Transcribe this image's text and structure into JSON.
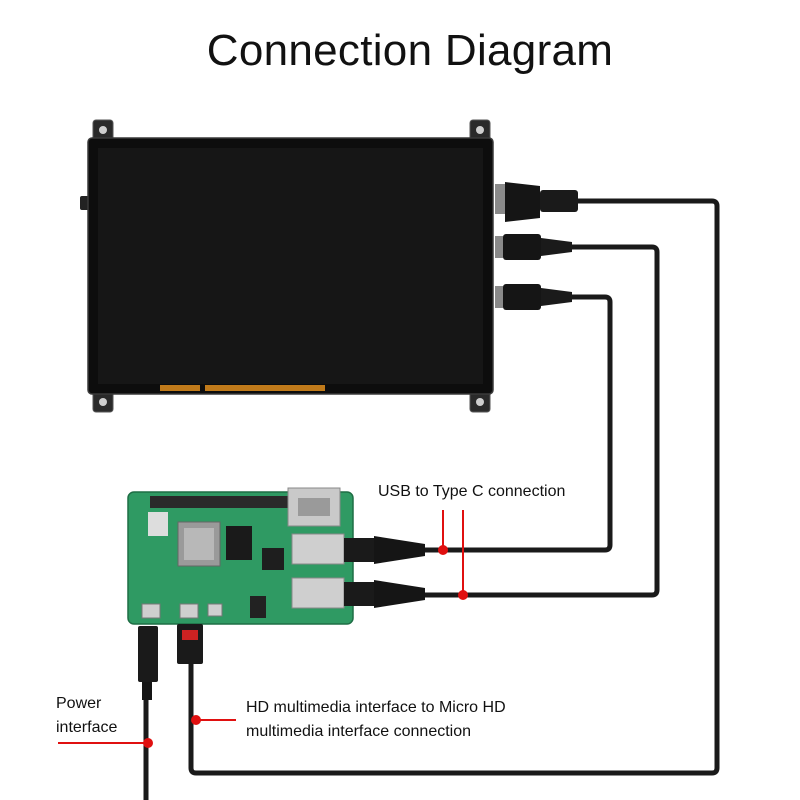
{
  "title": "Connection Diagram",
  "labels": {
    "usb": "USB to Type C connection",
    "hd_line1": "HD multimedia interface to Micro HD",
    "hd_line2": "multimedia interface connection",
    "power_line1": "Power",
    "power_line2": "interface"
  },
  "colors": {
    "background": "#ffffff",
    "cable": "#1a1a1a",
    "marker": "#e01010",
    "screen": "#141414",
    "pcb": "#2f9a63"
  },
  "components": {
    "display": "lcd-display-panel",
    "board": "raspberry-pi-board"
  }
}
